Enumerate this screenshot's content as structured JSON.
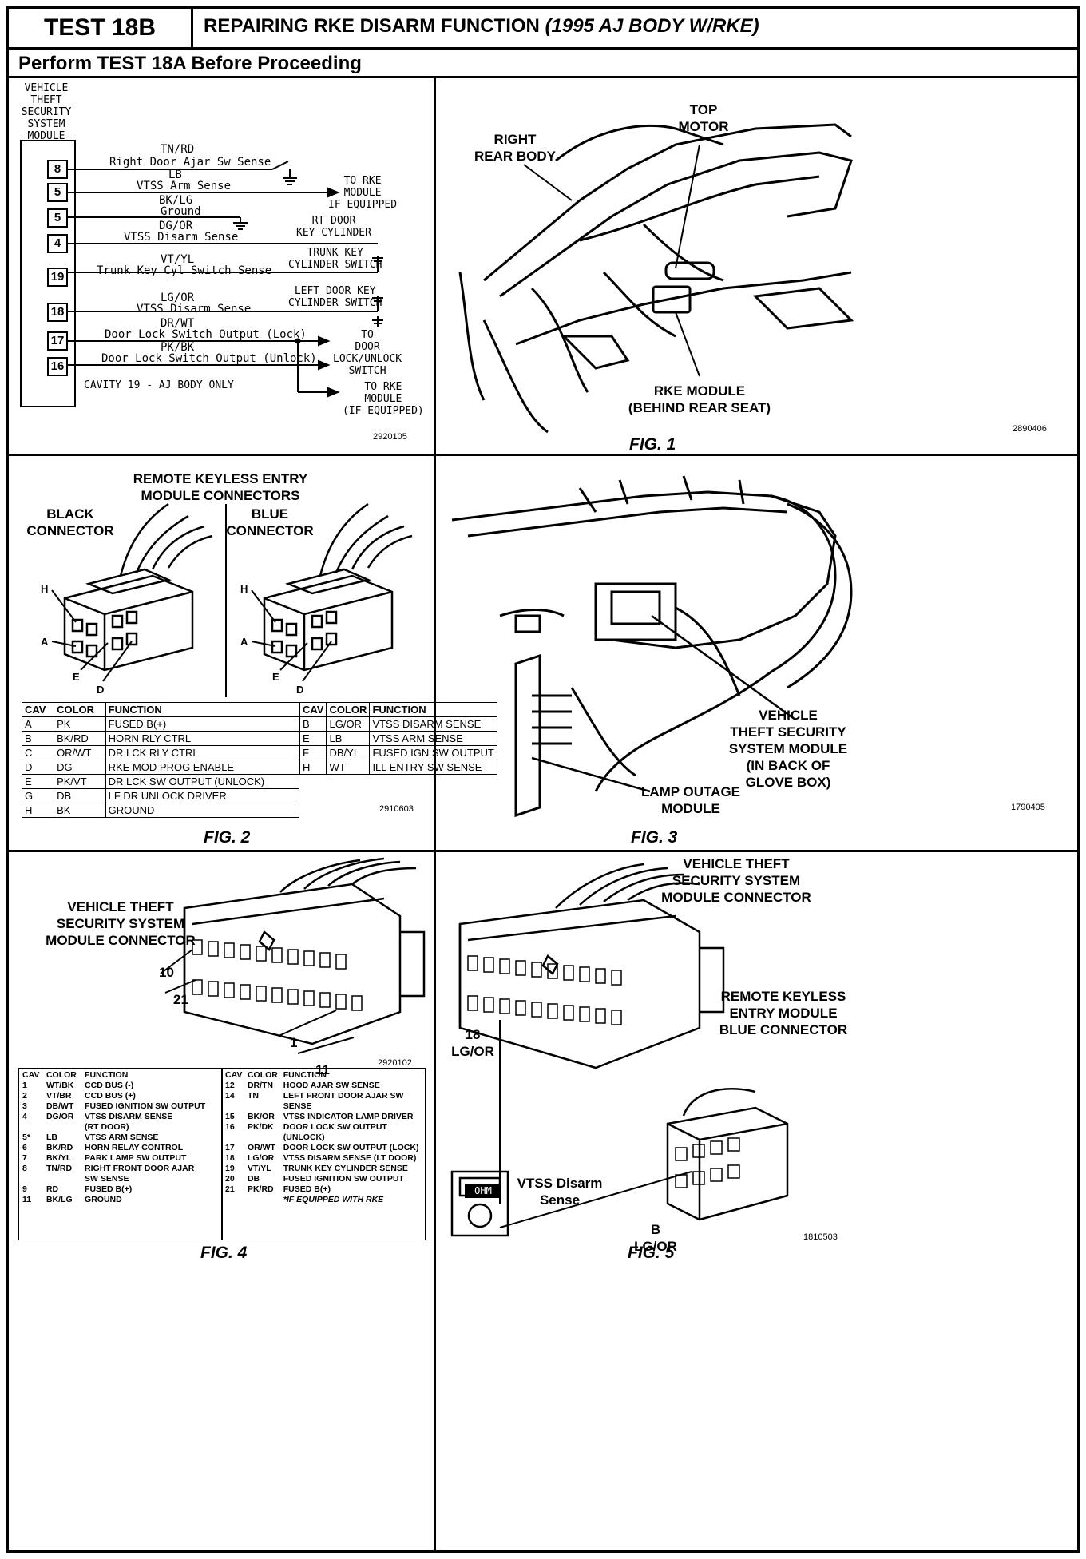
{
  "header": {
    "test_id": "TEST 18B",
    "title": "REPAIRING RKE DISARM FUNCTION",
    "title_paren": "(1995 AJ BODY W/RKE)",
    "subtitle": "Perform TEST 18A Before Proceeding"
  },
  "schematic": {
    "module_label": [
      "VEHICLE",
      "THEFT",
      "SECURITY",
      "SYSTEM",
      "MODULE"
    ],
    "pins": [
      {
        "pin": "8",
        "color": "TN/RD",
        "desc": "Right Door Ajar Sw Sense"
      },
      {
        "pin": "5",
        "color": "LB",
        "desc": "VTSS Arm Sense"
      },
      {
        "pin": "5",
        "color": "BK/LG",
        "desc": "Ground"
      },
      {
        "pin": "4",
        "color": "DG/OR",
        "desc": "VTSS Disarm Sense"
      },
      {
        "pin": "19",
        "color": "VT/YL",
        "desc": "Trunk Key Cyl Switch Sense"
      },
      {
        "pin": "18",
        "color": "LG/OR",
        "desc": "VTSS Disarm Sense"
      },
      {
        "pin": "17",
        "color": "DR/WT",
        "desc": "Door Lock Switch Output (Lock)"
      },
      {
        "pin": "16",
        "color": "PK/BK",
        "desc": "Door Lock Switch Output (Unlock)"
      }
    ],
    "targets": {
      "rke1": [
        "TO RKE",
        "MODULE",
        "IF EQUIPPED"
      ],
      "rt_door": [
        "RT DOOR",
        "KEY CYLINDER"
      ],
      "trunk": [
        "TRUNK KEY",
        "CYLINDER SWITCH"
      ],
      "left_door": [
        "LEFT DOOR KEY",
        "CYLINDER SWITCH"
      ],
      "door_lock": [
        "TO",
        "DOOR",
        "LOCK/UNLOCK",
        "SWITCH"
      ],
      "rke2": [
        "TO RKE",
        "MODULE",
        "(IF EQUIPPED)"
      ]
    },
    "note": "CAVITY 19 - AJ BODY ONLY",
    "ref": "2920105"
  },
  "fig1": {
    "labels": {
      "right_rear_body": "RIGHT\nREAR BODY",
      "top_motor": "TOP\nMOTOR",
      "rke_module": "RKE MODULE\n(BEHIND REAR SEAT)"
    },
    "ref": "2890406",
    "caption": "FIG. 1"
  },
  "fig2": {
    "title": "REMOTE KEYLESS ENTRY\nMODULE CONNECTORS",
    "black_label": "BLACK\nCONNECTOR",
    "blue_label": "BLUE\nCONNECTOR",
    "letters": {
      "h": "H",
      "a": "A",
      "e": "E",
      "d": "D"
    },
    "headers": [
      "CAV",
      "COLOR",
      "FUNCTION"
    ],
    "black_rows": [
      [
        "A",
        "PK",
        "FUSED B(+)"
      ],
      [
        "B",
        "BK/RD",
        "HORN RLY CTRL"
      ],
      [
        "C",
        "OR/WT",
        "DR LCK RLY CTRL"
      ],
      [
        "D",
        "DG",
        "RKE MOD PROG ENABLE"
      ],
      [
        "E",
        "PK/VT",
        "DR LCK SW OUTPUT (UNLOCK)"
      ],
      [
        "G",
        "DB",
        "LF DR UNLOCK DRIVER"
      ],
      [
        "H",
        "BK",
        "GROUND"
      ]
    ],
    "blue_rows": [
      [
        "B",
        "LG/OR",
        "VTSS DISARM SENSE"
      ],
      [
        "E",
        "LB",
        "VTSS ARM SENSE"
      ],
      [
        "F",
        "DB/YL",
        "FUSED IGN SW OUTPUT"
      ],
      [
        "H",
        "WT",
        "ILL ENTRY SW SENSE"
      ]
    ],
    "ref": "2910603",
    "caption": "FIG. 2"
  },
  "fig3": {
    "vtss_label": "VEHICLE\nTHEFT SECURITY\nSYSTEM MODULE\n(IN BACK OF\nGLOVE BOX)",
    "lamp_label": "LAMP OUTAGE\nMODULE",
    "ref": "1790405",
    "caption": "FIG. 3"
  },
  "fig4": {
    "title": "VEHICLE THEFT\nSECURITY SYSTEM\nMODULE CONNECTOR",
    "pin_10": "10",
    "pin_21": "21",
    "pin_1": "1",
    "pin_11": "11",
    "ref": "2920102",
    "headers": [
      "CAV",
      "COLOR",
      "FUNCTION"
    ],
    "left_rows": [
      [
        "1",
        "WT/BK",
        "CCD BUS (-)"
      ],
      [
        "2",
        "VT/BR",
        "CCD BUS (+)"
      ],
      [
        "3",
        "DB/WT",
        "FUSED IGNITION SW OUTPUT"
      ],
      [
        "4",
        "DG/OR",
        "VTSS DISARM SENSE\n(RT DOOR)"
      ],
      [
        "5*",
        "LB",
        "VTSS ARM SENSE"
      ],
      [
        "6",
        "BK/RD",
        "HORN RELAY CONTROL"
      ],
      [
        "7",
        "BK/YL",
        "PARK LAMP SW OUTPUT"
      ],
      [
        "8",
        "TN/RD",
        "RIGHT FRONT DOOR AJAR\nSW SENSE"
      ],
      [
        "9",
        "RD",
        "FUSED B(+)"
      ],
      [
        "11",
        "BK/LG",
        "GROUND"
      ]
    ],
    "right_rows": [
      [
        "12",
        "DR/TN",
        "HOOD AJAR SW SENSE"
      ],
      [
        "14",
        "TN",
        "LEFT FRONT DOOR AJAR SW\nSENSE"
      ],
      [
        "15",
        "BK/OR",
        "VTSS INDICATOR LAMP DRIVER"
      ],
      [
        "16",
        "PK/DK",
        "DOOR LOCK SW OUTPUT\n(UNLOCK)"
      ],
      [
        "17",
        "OR/WT",
        "DOOR LOCK SW OUTPUT (LOCK)"
      ],
      [
        "18",
        "LG/OR",
        "VTSS DISARM SENSE (LT DOOR)"
      ],
      [
        "19",
        "VT/YL",
        "TRUNK KEY CYLINDER SENSE"
      ],
      [
        "20",
        "DB",
        "FUSED IGNITION SW OUTPUT"
      ],
      [
        "21",
        "PK/RD",
        "FUSED B(+)"
      ]
    ],
    "footnote": "*IF EQUIPPED WITH RKE",
    "caption": "FIG. 4"
  },
  "fig5": {
    "title": "VEHICLE THEFT\nSECURITY SYSTEM\nMODULE CONNECTOR",
    "rke_label": "REMOTE KEYLESS\nENTRY MODULE\nBLUE CONNECTOR",
    "pin18": "18\nLG/OR",
    "meter_label": "VTSS Disarm\nSense",
    "meter_display": "OHM",
    "pin_b": "B\nLG/OR",
    "ref": "1810503",
    "caption": "FIG. 5"
  }
}
